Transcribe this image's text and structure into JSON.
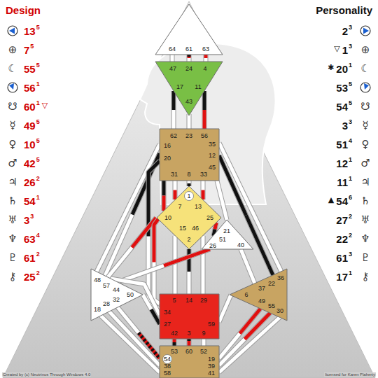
{
  "diagram": {
    "nodes": [
      {
        "text": [
          "64",
          "61",
          "63"
        ]
      },
      {
        "text": [
          "47",
          "24",
          "4",
          "17",
          "11",
          "43"
        ]
      },
      {
        "text": [
          "62",
          "23",
          "56",
          "16",
          "35",
          "12",
          "20",
          "45",
          "31",
          "8",
          "33"
        ]
      },
      {
        "text": [
          "1",
          "7",
          "13",
          "10",
          "25",
          "15",
          "46",
          "2"
        ]
      },
      {
        "text": [
          "21",
          "51",
          "26",
          "40"
        ]
      },
      {
        "text": [
          "48",
          "57",
          "44",
          "50",
          "32",
          "28",
          "18"
        ]
      },
      {
        "text": [
          "5",
          "14",
          "29",
          "34",
          "27",
          "59",
          "42",
          "3",
          "9"
        ]
      },
      {
        "text": [
          "36",
          "22",
          "37",
          "6",
          "49",
          "55",
          "30"
        ]
      },
      {
        "text": [
          "53",
          "60",
          "52",
          "54",
          "19",
          "38",
          "39",
          "58",
          "41"
        ]
      }
    ],
    "edges": [
      {
        "from": 0,
        "to": 1,
        "arrow": "none"
      },
      {
        "from": 0,
        "to": 1,
        "arrow": "none"
      },
      {
        "from": 0,
        "to": 1,
        "arrow": "none"
      },
      {
        "from": 1,
        "to": 2,
        "arrow": "none"
      },
      {
        "from": 1,
        "to": 2,
        "arrow": "none"
      },
      {
        "from": 1,
        "to": 2,
        "arrow": "none"
      },
      {
        "from": 2,
        "to": 5,
        "arrow": "none"
      },
      {
        "from": 2,
        "to": 5,
        "arrow": "none"
      },
      {
        "from": 2,
        "to": 6,
        "arrow": "none"
      },
      {
        "from": 2,
        "to": 3,
        "arrow": "none"
      },
      {
        "from": 2,
        "to": 3,
        "arrow": "none"
      },
      {
        "from": 2,
        "to": 3,
        "arrow": "none"
      },
      {
        "from": 2,
        "to": 3,
        "arrow": "none"
      },
      {
        "from": 2,
        "to": 4,
        "arrow": "none"
      },
      {
        "from": 2,
        "to": 7,
        "arrow": "none"
      },
      {
        "from": 2,
        "to": 7,
        "arrow": "none"
      },
      {
        "from": 3,
        "to": 5,
        "arrow": "none"
      },
      {
        "from": 3,
        "to": 6,
        "arrow": "none"
      },
      {
        "from": 3,
        "to": 4,
        "arrow": "none"
      },
      {
        "from": 3,
        "to": 6,
        "arrow": "none"
      },
      {
        "from": 3,
        "to": 6,
        "arrow": "none"
      },
      {
        "from": 3,
        "to": 6,
        "arrow": "none"
      },
      {
        "from": 4,
        "to": 5,
        "arrow": "none"
      },
      {
        "from": 4,
        "to": 7,
        "arrow": "none"
      },
      {
        "from": 5,
        "to": 6,
        "arrow": "none"
      },
      {
        "from": 5,
        "to": 6,
        "arrow": "none"
      },
      {
        "from": 5,
        "to": 8,
        "arrow": "none"
      },
      {
        "from": 5,
        "to": 8,
        "arrow": "none"
      },
      {
        "from": 5,
        "to": 8,
        "arrow": "none"
      },
      {
        "from": 6,
        "to": 7,
        "arrow": "none"
      },
      {
        "from": 6,
        "to": 8,
        "arrow": "none"
      },
      {
        "from": 6,
        "to": 8,
        "arrow": "none"
      },
      {
        "from": 6,
        "to": 8,
        "arrow": "none"
      },
      {
        "from": 7,
        "to": 8,
        "arrow": "none"
      },
      {
        "from": 7,
        "to": 8,
        "arrow": "none"
      },
      {
        "from": 7,
        "to": 8,
        "arrow": "none"
      }
    ],
    "labels": [
      "Design",
      "Personality",
      "13",
      "5",
      "7",
      "5",
      "55",
      "5",
      "56",
      "1",
      "60",
      "1",
      "49",
      "5",
      "10",
      "5",
      "42",
      "5",
      "26",
      "2",
      "54",
      "1",
      "3",
      "3",
      "63",
      "4",
      "61",
      "2",
      "25",
      "2",
      "2",
      "3",
      "1",
      "3",
      "20",
      "1",
      "53",
      "5",
      "54",
      "5",
      "3",
      "3",
      "51",
      "4",
      "12",
      "1",
      "11",
      "1",
      "54",
      "6",
      "27",
      "2",
      "22",
      "2",
      "61",
      "3",
      "17",
      "1",
      "▽",
      "▽",
      "✱",
      "▲",
      "⊕",
      "☾",
      "☋",
      "☿",
      "♀",
      "♂",
      "♃",
      "♄",
      "♅",
      "♆",
      "♇",
      "⚷",
      "⊕",
      "☾",
      "☋",
      "☿",
      "♀",
      "♂",
      "♃",
      "♄",
      "♅",
      "♆",
      "♇",
      "⚷",
      "Created by (c) Neutrinos Through Windows 4.0",
      "licensed for Karen Flaherty"
    ]
  }
}
